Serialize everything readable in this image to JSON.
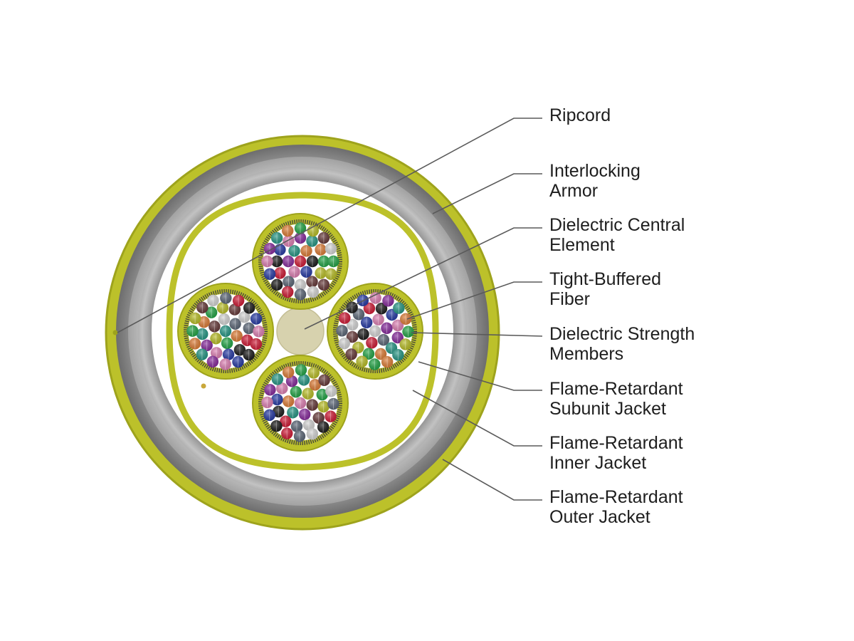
{
  "colors": {
    "jacket": "#bcc12a",
    "jacket_dark": "#9ea31c",
    "armor": "#8c8c8c",
    "armor_light": "#b9b9b9",
    "leader": "#5a5a5a",
    "central_element": "#d7d2ae",
    "fibers": [
      "#d31f3a",
      "#1f1f1f",
      "#2b3fa8",
      "#e083b6",
      "#8b2fa0",
      "#2a9a88",
      "#e0803a",
      "#27a84a",
      "#bcc12a",
      "#6a3d3d",
      "#d7d7d7",
      "#5f6a7a"
    ]
  },
  "labels": [
    {
      "id": "ripcord",
      "lines": [
        "Ripcord"
      ]
    },
    {
      "id": "interlocking-armor",
      "lines": [
        "Interlocking",
        "Armor"
      ]
    },
    {
      "id": "dielectric-central-element",
      "lines": [
        "Dielectric Central",
        "Element"
      ]
    },
    {
      "id": "tight-buffered-fiber",
      "lines": [
        "Tight-Buffered",
        "Fiber"
      ]
    },
    {
      "id": "dielectric-strength-members",
      "lines": [
        "Dielectric Strength",
        "Members"
      ]
    },
    {
      "id": "subunit-jacket",
      "lines": [
        "Flame-Retardant",
        "Subunit Jacket"
      ]
    },
    {
      "id": "inner-jacket",
      "lines": [
        "Flame-Retardant",
        "Inner Jacket"
      ]
    },
    {
      "id": "outer-jacket",
      "lines": [
        "Flame-Retardant",
        "Outer Jacket"
      ]
    }
  ]
}
